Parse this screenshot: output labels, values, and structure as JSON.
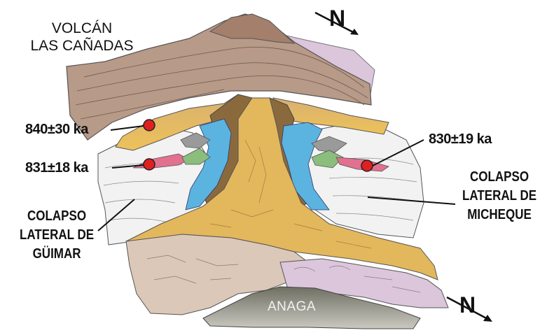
{
  "labels": {
    "volcano_line1": "VOLCÁN",
    "volcano_line2": "LAS CAÑADAS",
    "age_left_upper": "840±30 ka",
    "age_left_lower": "831±18 ka",
    "age_right": "830±19 ka",
    "guimar_line1": "COLAPSO",
    "guimar_line2": "LATERAL DE",
    "guimar_line3": "GÜIMAR",
    "micheque_line1": "COLAPSO",
    "micheque_line2": "LATERAL DE",
    "micheque_line3": "MICHEQUE",
    "anaga": "ANAGA",
    "north_top": "N",
    "north_bottom": "N"
  },
  "colors": {
    "volcano_brown": "#b89a88",
    "valley_yellow": "#e3b75c",
    "blue_wall": "#5bb3e0",
    "pink_outcrop": "#e2708f",
    "green_outcrop": "#8bbd7c",
    "sample_red": "#e02020",
    "anaga_pink": "#dcc6dc",
    "anaga_gray": "#8c8c7e"
  }
}
